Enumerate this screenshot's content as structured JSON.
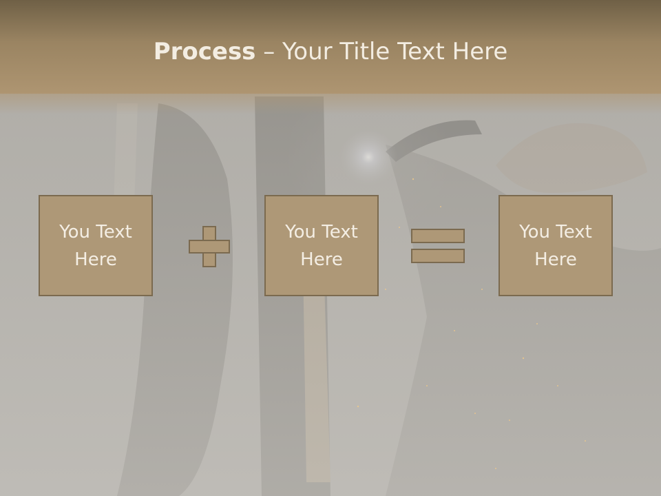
{
  "slide": {
    "title_bold": "Process",
    "title_rest": " – Your Title Text Here",
    "boxes": [
      {
        "text": "You Text\nHere"
      },
      {
        "text": "You Text\nHere"
      },
      {
        "text": "You Text\nHere"
      }
    ],
    "operators": [
      "plus-icon",
      "equals-icon"
    ]
  },
  "colors": {
    "header": "#9a8462",
    "box_fill": "#ae9877",
    "box_border": "#7b6a4f",
    "text": "#f4eee4"
  }
}
